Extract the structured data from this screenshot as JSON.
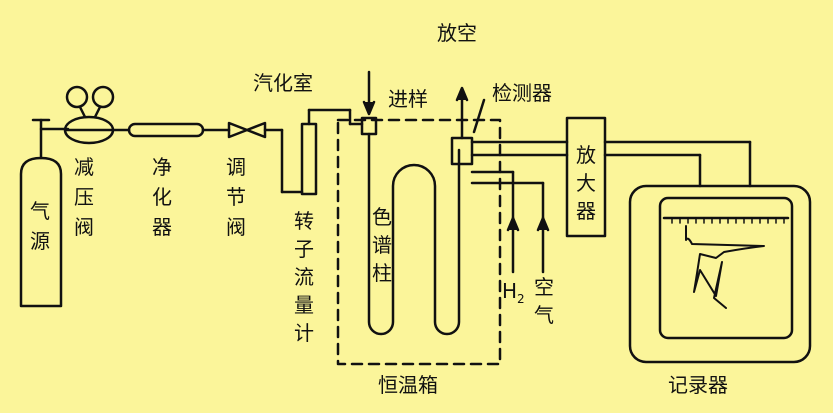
{
  "background": "#fbf59a",
  "ink": "#111111",
  "labels": {
    "gas_source": [
      "气",
      "源"
    ],
    "pressure_reducer": [
      "减",
      "压",
      "阀"
    ],
    "purifier": [
      "净",
      "化",
      "器"
    ],
    "regulating_valve": [
      "调",
      "节",
      "阀"
    ],
    "vaporizer": "汽化室",
    "injection": "进样",
    "vent": "放空",
    "detector": "检测器",
    "amplifier": [
      "放",
      "大",
      "器"
    ],
    "rotameter": [
      "转",
      "子",
      "流",
      "量",
      "计"
    ],
    "column": [
      "色",
      "谱",
      "柱"
    ],
    "hydrogen": "H",
    "hydrogen_sub": "2",
    "air": [
      "空",
      "气"
    ],
    "oven": "恒温箱",
    "recorder": "记录器"
  }
}
